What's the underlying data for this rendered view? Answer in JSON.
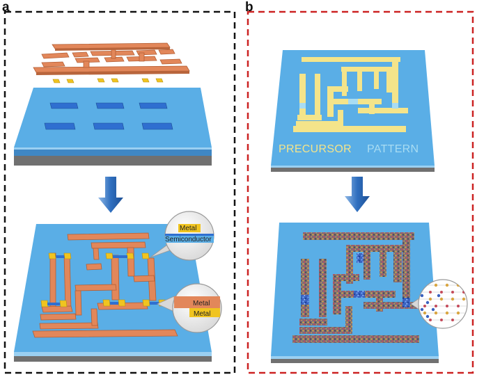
{
  "panels": {
    "a": {
      "letter": "a"
    },
    "b": {
      "letter": "b"
    }
  },
  "callouts": {
    "top": {
      "metal": "Metal",
      "semiconductor": "Semiconductor"
    },
    "bottom": {
      "metal1": "Metal",
      "metal2": "Metal"
    }
  },
  "substrate_label": {
    "word1": "PRECURSOR",
    "word2": "PATTERN"
  },
  "colors": {
    "panel_a_border": "#111111",
    "panel_b_border": "#cc2222",
    "substrate_top": "#5aaee6",
    "substrate_side": "#3f87c4",
    "substrate_base": "#707070",
    "metal_orange": "#e2875a",
    "metal_yellow": "#f0c420",
    "semiconductor_blue": "#2f6fd0",
    "precursor_yellow": "#f4e48a",
    "pattern_lightblue": "#a8dcf2",
    "arrow_blue": "#2f6fbf"
  },
  "icons": [
    "down-arrow-icon",
    "magnifier-icon"
  ]
}
